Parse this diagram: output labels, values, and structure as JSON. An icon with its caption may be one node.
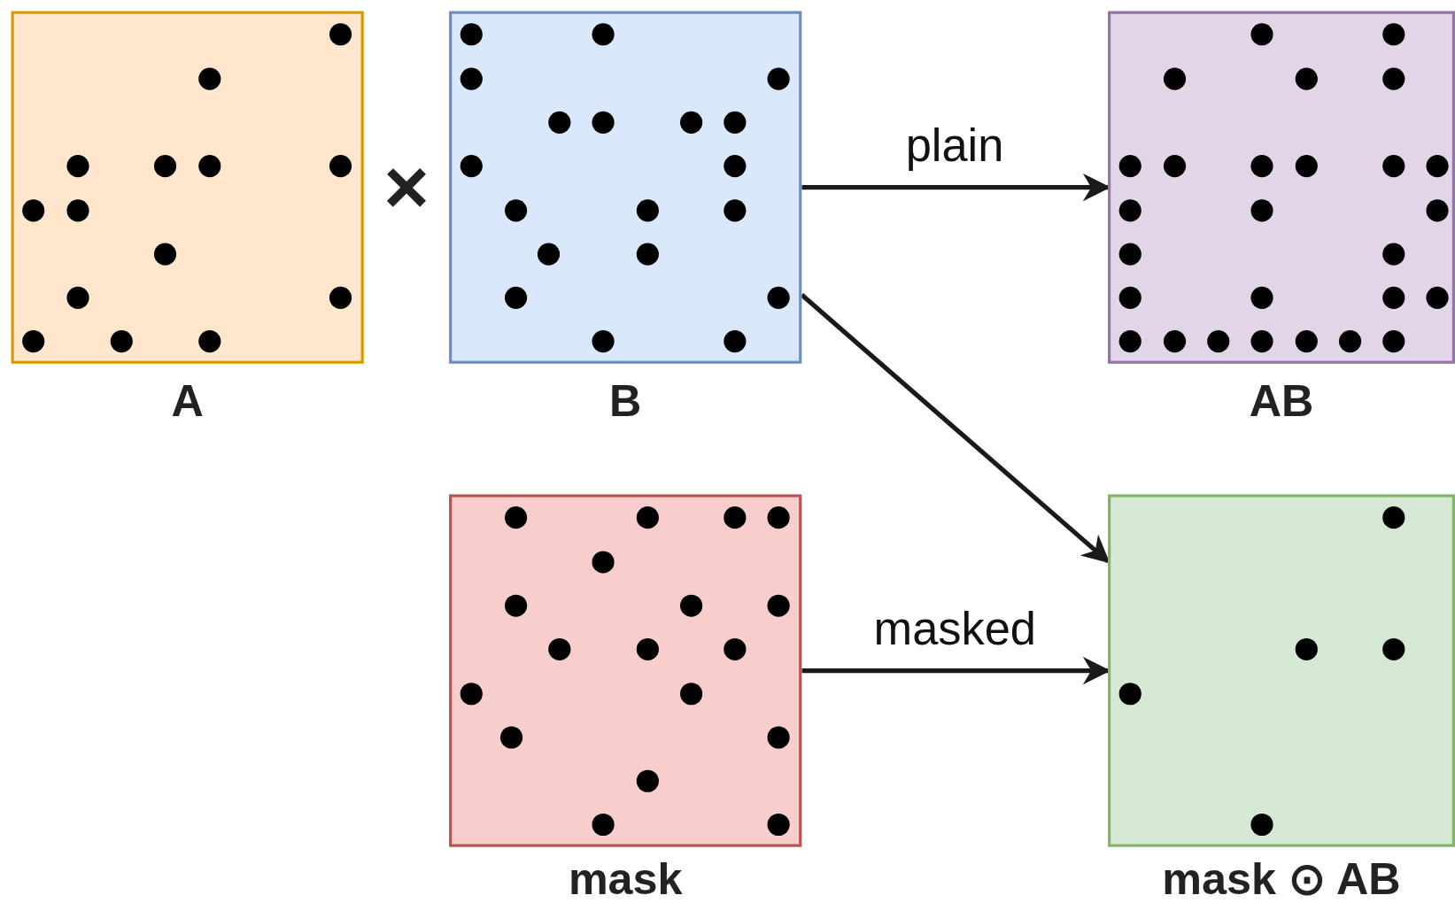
{
  "diagram": {
    "nodes": [
      {
        "text": [
          "A"
        ]
      },
      {
        "text": [
          "B"
        ]
      },
      {
        "text": [
          "AB"
        ]
      },
      {
        "text": [
          "mask"
        ]
      },
      {
        "text": [
          "mask ⊙ AB"
        ]
      }
    ],
    "edges": [
      {
        "from": 1,
        "to": 2,
        "arrow": "to",
        "label": "plain"
      },
      {
        "from": 1,
        "to": 4,
        "arrow": "to"
      },
      {
        "from": 3,
        "to": 4,
        "arrow": "to",
        "label": "masked"
      }
    ],
    "labels": [
      "×"
    ]
  }
}
